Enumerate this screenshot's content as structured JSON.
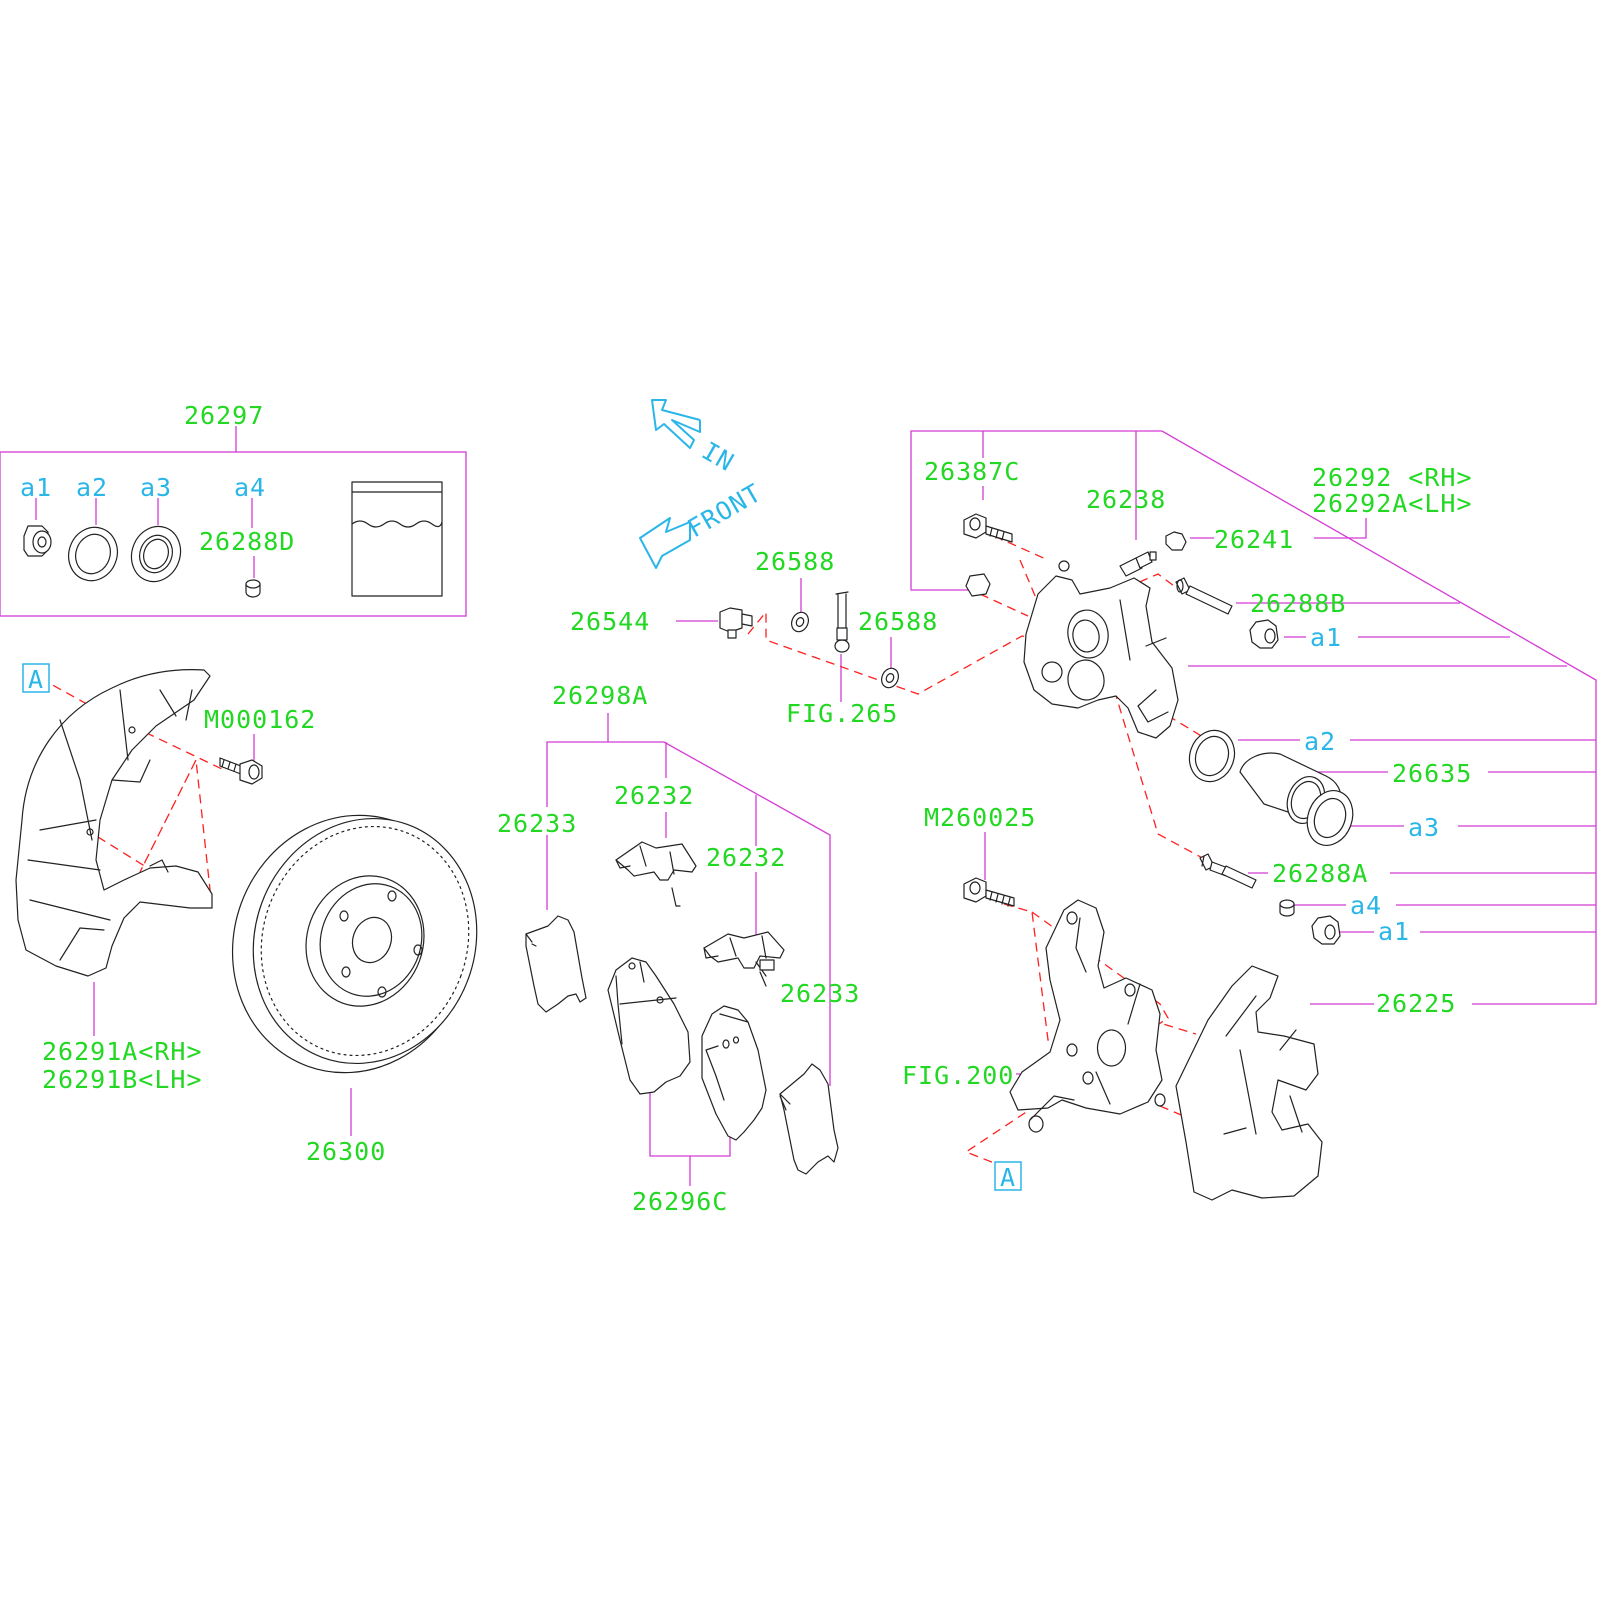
{
  "labels": {
    "kit": "26297",
    "a1_kit": "a1",
    "a2_kit": "a2",
    "a3_kit": "a3",
    "a4_kit": "a4",
    "boot_kit": "26288D",
    "in": "IN",
    "front": "FRONT",
    "bolt_caliper": "26387C",
    "bleeder": "26238",
    "bleeder_cap": "26241",
    "caliper_rh": "26292 <RH>",
    "caliper_lh": "26292A<LH>",
    "washer_a": "26588",
    "washer_b": "26588",
    "union_bolt": "26544",
    "fig265": "FIG.265",
    "pin_b": "26288B",
    "a1_b": "a1",
    "a2_right": "a2",
    "piston": "26635",
    "a3_right": "a3",
    "pin_a": "26288A",
    "a4_right": "a4",
    "a1_c": "a1",
    "support": "26225",
    "bolt_support": "M260025",
    "fig200": "FIG.200",
    "ref_a_left": "A",
    "ref_a_right": "A",
    "bolt_cover": "M000162",
    "cover_rh": "26291A<RH>",
    "cover_lh": "26291B<LH>",
    "rotor": "26300",
    "pad_kit": "26298A",
    "clip_a": "26232",
    "clip_b": "26232",
    "shim_a": "26233",
    "shim_b": "26233",
    "pads": "26296C"
  },
  "colors": {
    "label": "#22d822",
    "ref": "#2bb6e8",
    "leader": "#d43bd4",
    "dashed": "#ff2020",
    "part": "#222222"
  }
}
